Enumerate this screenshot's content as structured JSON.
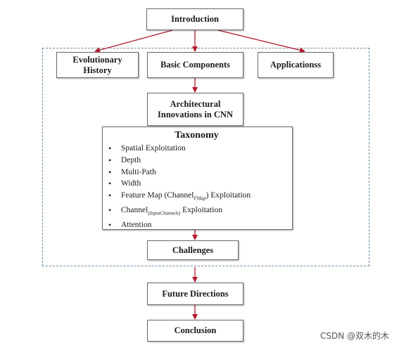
{
  "nodes": {
    "introduction": "Introduction",
    "evolutionary_history": "Evolutionary History",
    "basic_components": "Basic Components",
    "applications": "Applicationss",
    "architectural_innovations": "Architectural Innovations in CNN",
    "challenges": "Challenges",
    "future_directions": "Future Directions",
    "conclusion": "Conclusion"
  },
  "taxonomy": {
    "title": "Taxonomy",
    "items": [
      {
        "text": "Spatial Exploitation"
      },
      {
        "text": "Depth"
      },
      {
        "text": "Multi-Path"
      },
      {
        "text": "Width"
      },
      {
        "pre": "Feature Map (Channel",
        "sub": "FMap",
        "post": ") Exploitation"
      },
      {
        "pre": "Channel",
        "sub": "(InputChannels)",
        "post": " Exploitation"
      },
      {
        "text": "Attention"
      }
    ]
  },
  "watermark": "CSDN @双木的木",
  "colors": {
    "arrow": "#b01c2e",
    "dashed_border": "#6a8ca6",
    "box_border": "#6b6b6b"
  }
}
